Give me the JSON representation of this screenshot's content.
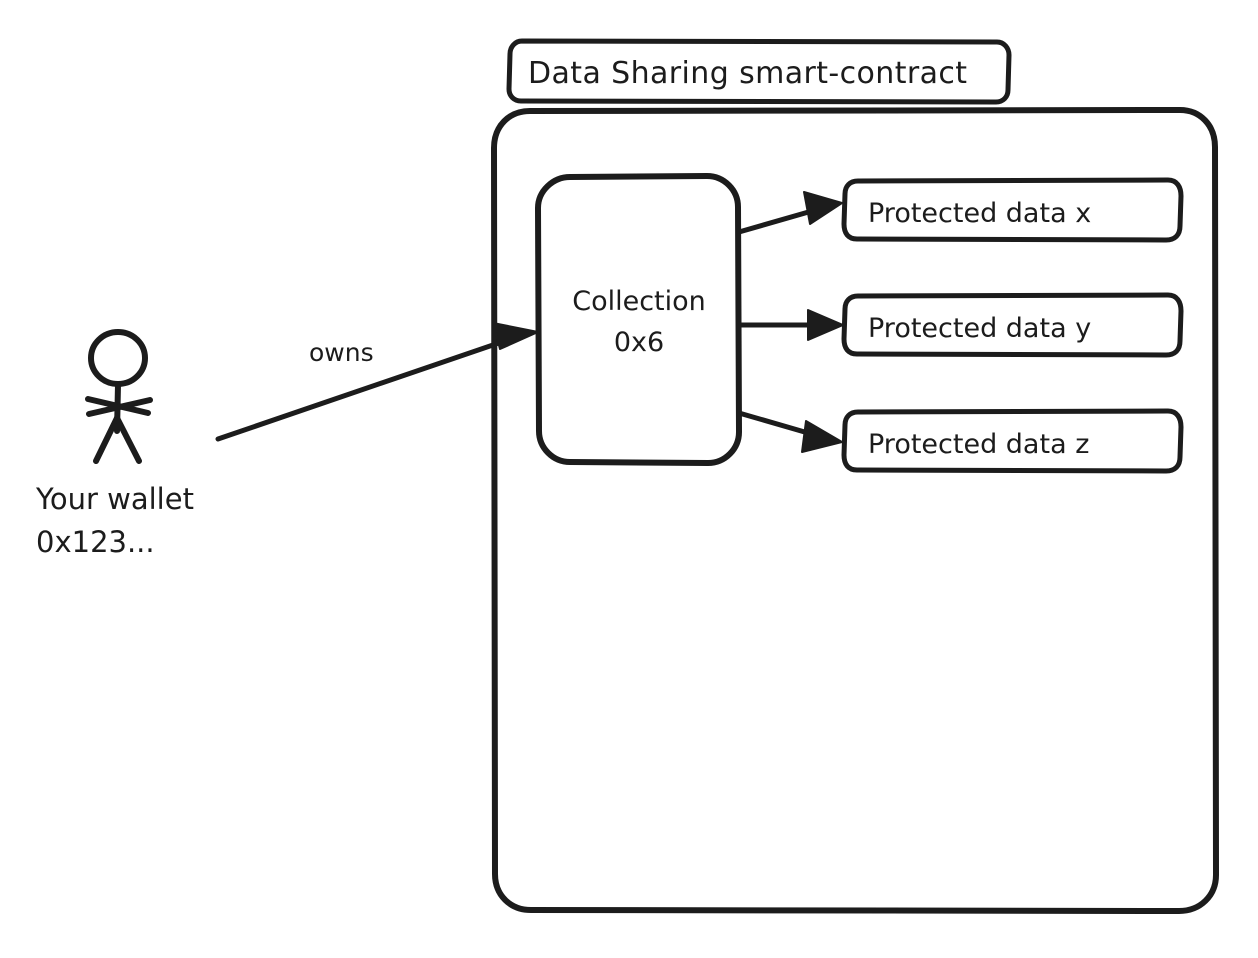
{
  "diagram": {
    "title": "Data Sharing smart-contract",
    "actor": {
      "icon": "stick-figure-person-icon",
      "label_line1": "Your wallet",
      "label_line2": "0x123..."
    },
    "relation_label": "owns",
    "collection": {
      "label_line1": "Collection",
      "label_line2": "0x6"
    },
    "protected_data": [
      {
        "label": "Protected data x"
      },
      {
        "label": "Protected data y"
      },
      {
        "label": "Protected data z"
      }
    ],
    "colors": {
      "stroke": "#1c1c1c",
      "fill": "#ffffff",
      "background": "#ffffff"
    }
  }
}
